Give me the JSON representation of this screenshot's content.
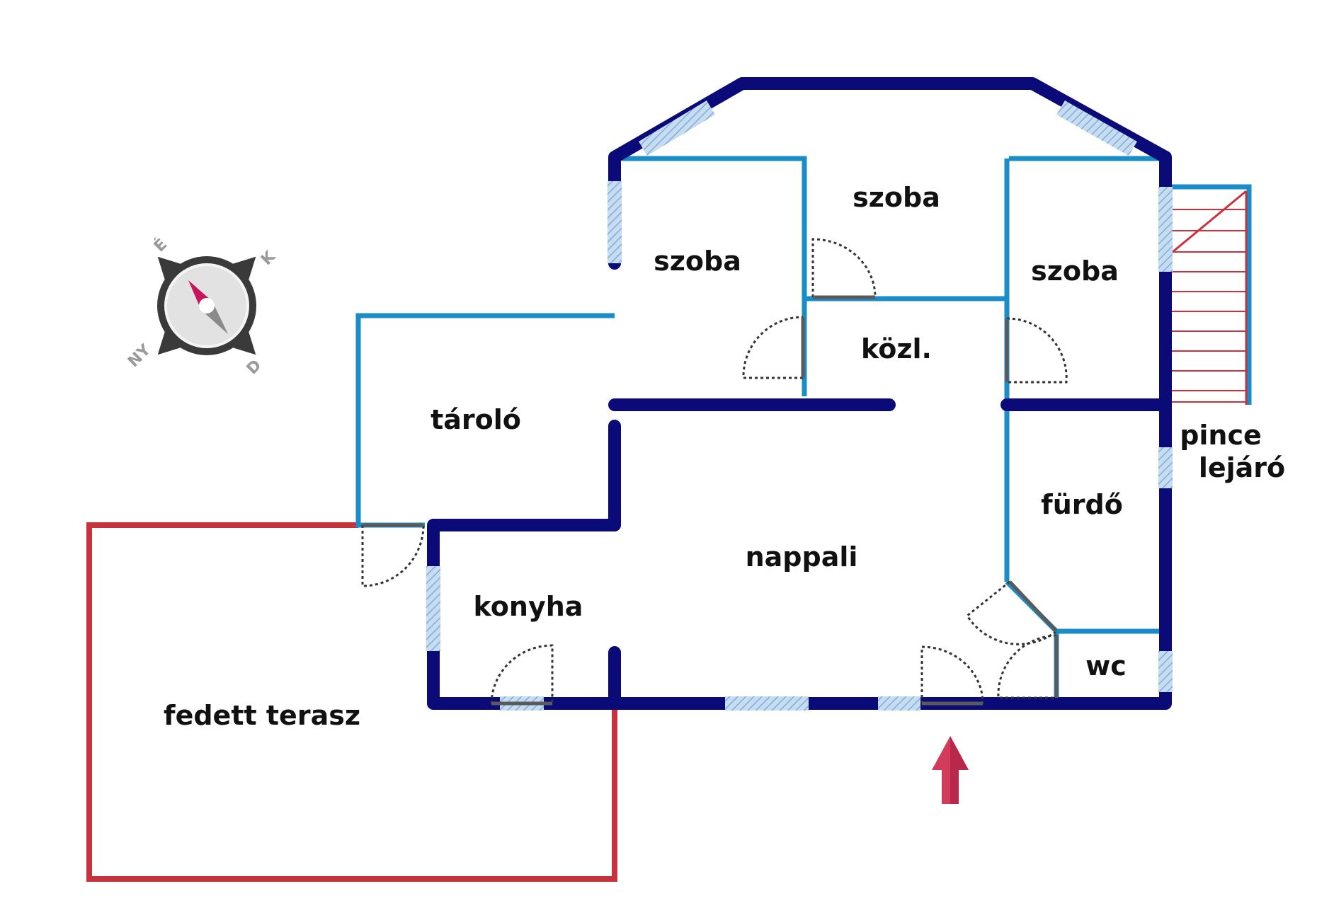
{
  "rooms": {
    "szoba_top": "szoba",
    "szoba_left": "szoba",
    "szoba_right": "szoba",
    "kozl": "közl.",
    "tarolo": "tároló",
    "nappali": "nappali",
    "furdo": "fürdő",
    "konyha": "konyha",
    "wc": "wc",
    "pince_line1": "pince",
    "pince_line2": "lejáró",
    "terasz": "fedett terasz"
  },
  "compass": {
    "north": "É",
    "east": "K",
    "south": "D",
    "west": "NY"
  },
  "colors": {
    "outer_wall": "#0a0a78",
    "inner_wall": "#1a8cc8",
    "terrace": "#c8323c",
    "stairs": "#c8323c",
    "window": "#a8c8e6",
    "entrance_arrow": "#d23c5a",
    "compass_needle": "#c8145a"
  },
  "icons": {
    "compass": "compass-icon",
    "entrance": "entrance-arrow-icon"
  }
}
